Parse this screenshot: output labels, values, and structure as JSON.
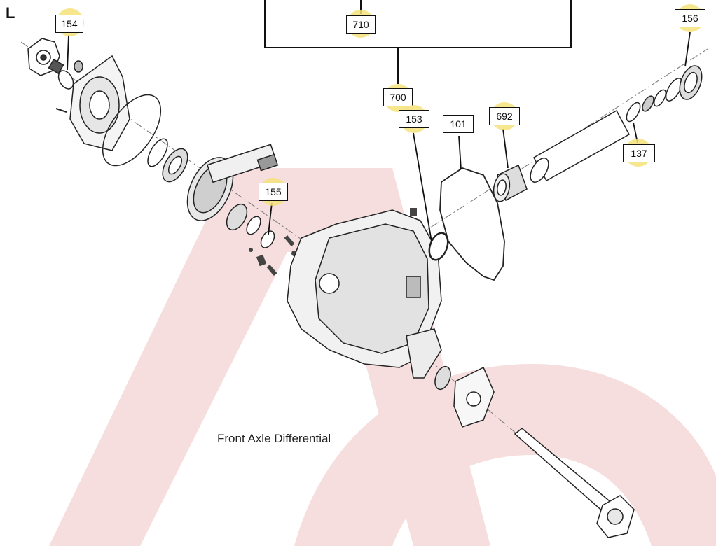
{
  "diagram": {
    "corner_label": "L",
    "caption": "Front Axle Differential",
    "highlight_color": "#f4e27a",
    "watermark_color": "#f3d6d6",
    "callouts": [
      {
        "id": "c154",
        "text": "154"
      },
      {
        "id": "c710",
        "text": "710"
      },
      {
        "id": "c156",
        "text": "156"
      },
      {
        "id": "c700",
        "text": "700"
      },
      {
        "id": "c153",
        "text": "153"
      },
      {
        "id": "c101",
        "text": "101"
      },
      {
        "id": "c692",
        "text": "692"
      },
      {
        "id": "c137",
        "text": "137"
      },
      {
        "id": "c155",
        "text": "155"
      }
    ]
  }
}
